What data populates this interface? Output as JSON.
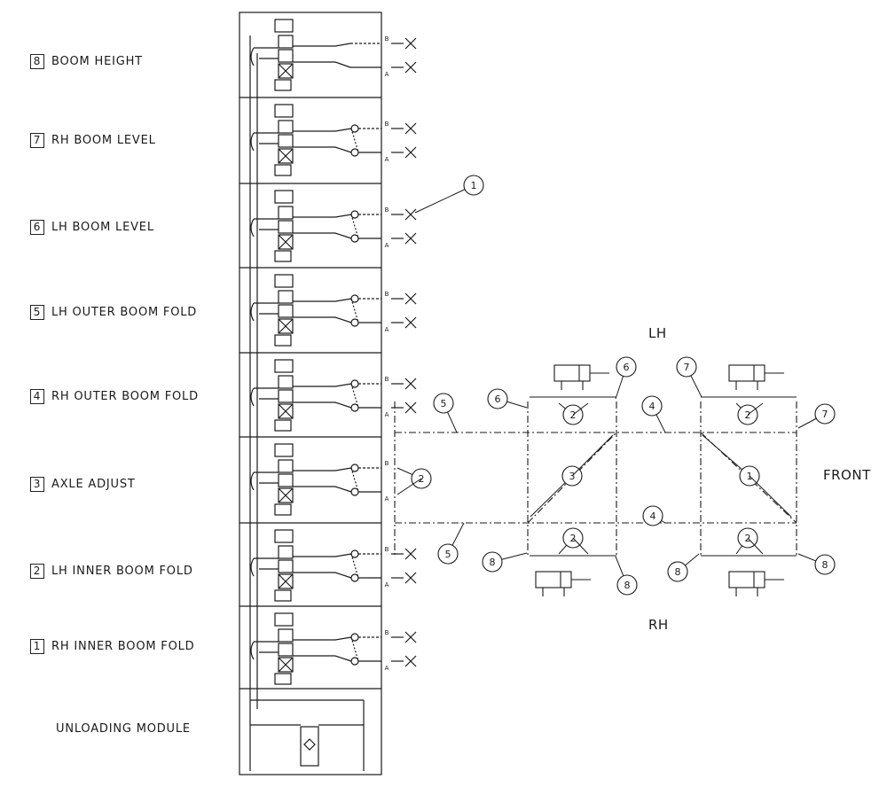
{
  "sections": [
    {
      "num": "8",
      "label": "BOOM  HEIGHT"
    },
    {
      "num": "7",
      "label": "RH  BOOM  LEVEL"
    },
    {
      "num": "6",
      "label": "LH  BOOM  LEVEL"
    },
    {
      "num": "5",
      "label": "LH  OUTER  BOOM  FOLD"
    },
    {
      "num": "4",
      "label": "RH  OUTER  BOOM  FOLD"
    },
    {
      "num": "3",
      "label": "AXLE   ADJUST"
    },
    {
      "num": "2",
      "label": "LH  INNER  BOOM  FOLD"
    },
    {
      "num": "1",
      "label": "RH  INNER  BOOM  FOLD"
    }
  ],
  "unloading_label": "UNLOADING  MODULE",
  "port_b": "B",
  "port_a": "A",
  "side_labels": {
    "top": "LH",
    "bottom": "RH",
    "right": "FRONT"
  },
  "callouts": [
    "1",
    "2",
    "3",
    "4",
    "5",
    "6",
    "7",
    "8"
  ],
  "colors": {
    "line": "#1a1a1a",
    "background": "#ffffff"
  }
}
